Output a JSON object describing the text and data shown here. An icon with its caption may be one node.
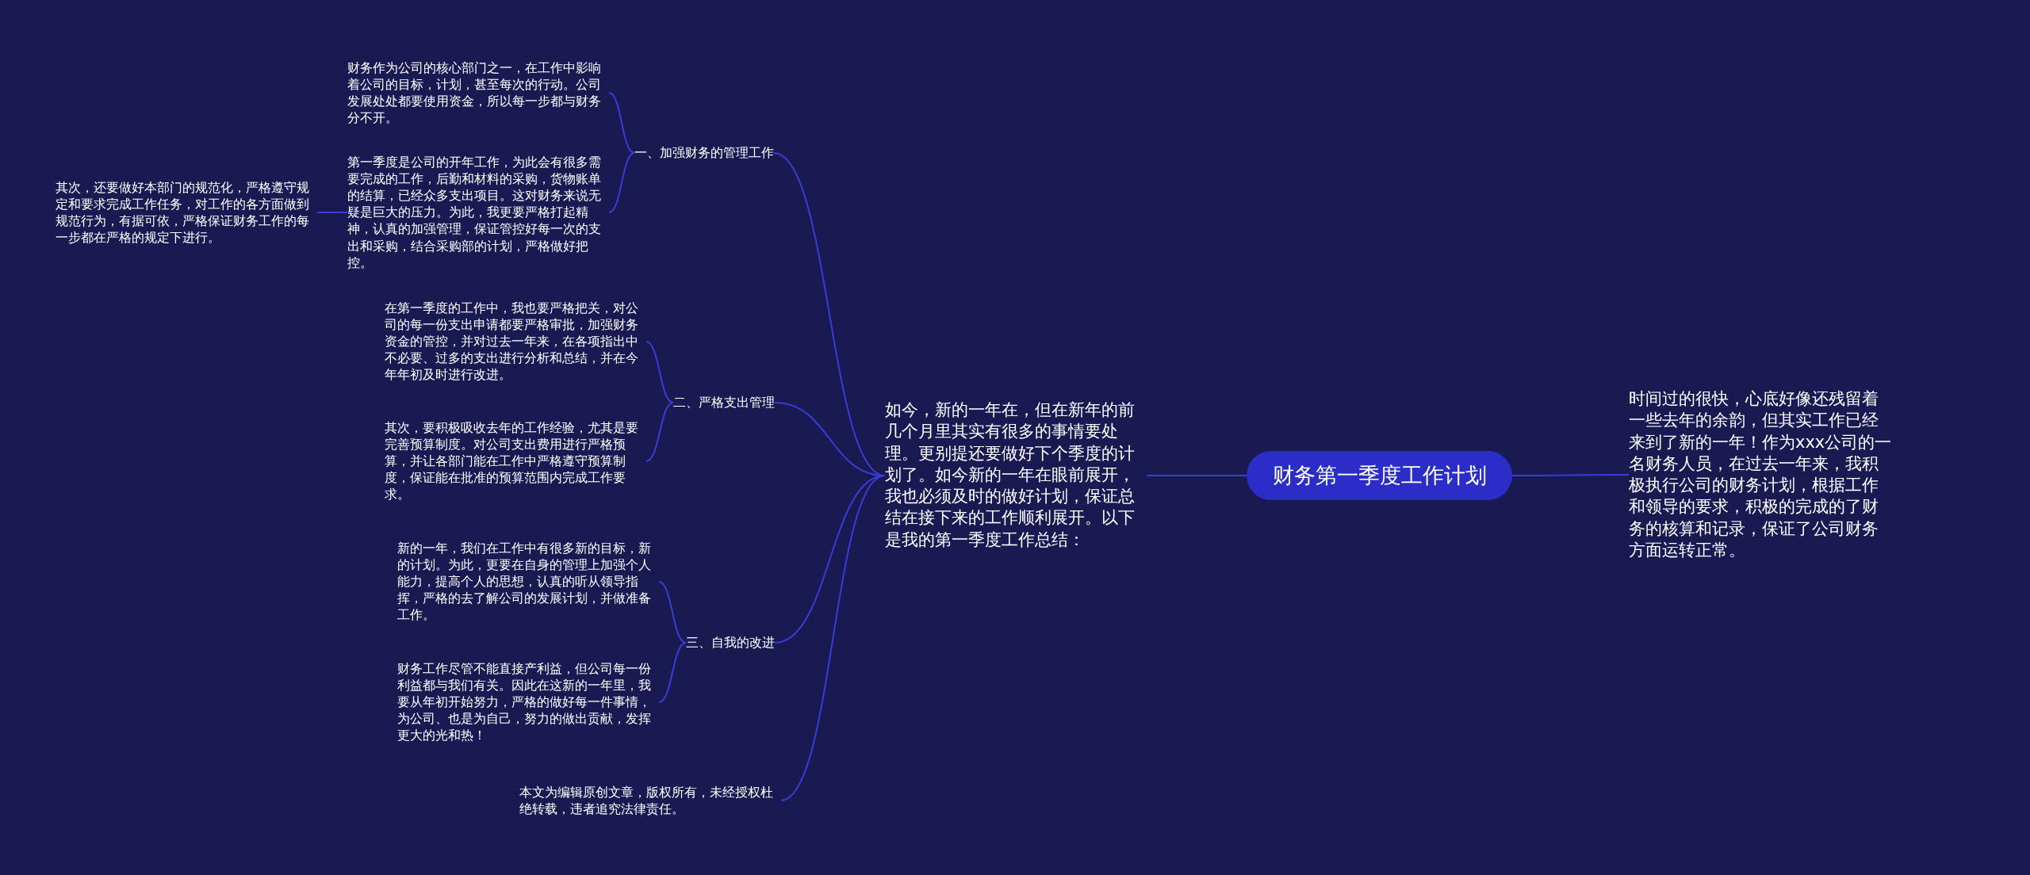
{
  "diagram": {
    "nodes": [
      {
        "text": [
          "财务第一季度工作计划"
        ]
      },
      {
        "text": [
          "时间过的很快，心底好像还残留着一些去年的余韵，但其实工作已经来到了新的一年！作为xxx公司的一名财务人员，在过去一年来，我积极执行公司的财务计划，根据工作和领导的要求，积极的完成的了财务的核算和记录，保证了公司财务方面运转正常。"
        ]
      },
      {
        "text": [
          "如今，新的一年在，但在新年的前几个月里其实有很多的事情要处理。更别提还要做好下个季度的计划了。如今新的一年在眼前展开，我也必须及时的做好计划，保证总结在接下来的工作顺利展开。以下是我的第一季度工作总结："
        ]
      },
      {
        "text": [
          "一、加强财务的管理工作"
        ]
      },
      {
        "text": [
          "财务作为公司的核心部门之一，在工作中影响着公司的目标，计划，甚至每次的行动。公司发展处处都要使用资金，所以每一步都与财务分不开。"
        ]
      },
      {
        "text": [
          "第一季度是公司的开年工作，为此会有很多需要完成的工作，后勤和材料的采购，货物账单的结算，已经众多支出项目。这对财务来说无疑是巨大的压力。为此，我更要严格打起精神，认真的加强管理，保证管控好每一次的支出和采购，结合采购部的计划，严格做好把控。"
        ]
      },
      {
        "text": [
          "其次，还要做好本部门的规范化，严格遵守规定和要求完成工作任务，对工作的各方面做到规范行为，有据可依，严格保证财务工作的每一步都在严格的规定下进行。"
        ]
      },
      {
        "text": [
          "二、严格支出管理"
        ]
      },
      {
        "text": [
          "在第一季度的工作中，我也要严格把关，对公司的每一份支出申请都要严格审批，加强财务资金的管控，并对过去一年来，在各项指出中不必要、过多的支出进行分析和总结，并在今年年初及时进行改进。"
        ]
      },
      {
        "text": [
          "其次，要积极吸收去年的工作经验，尤其是要完善预算制度。对公司支出费用进行严格预算，并让各部门能在工作中严格遵守预算制度，保证能在批准的预算范围内完成工作要求。"
        ]
      },
      {
        "text": [
          "三、自我的改进"
        ]
      },
      {
        "text": [
          "新的一年，我们在工作中有很多新的目标，新的计划。为此，更要在自身的管理上加强个人能力，提高个人的思想，认真的听从领导指挥，严格的去了解公司的发展计划，并做准备工作。"
        ]
      },
      {
        "text": [
          "财务工作尽管不能直接产利益，但公司每一份利益都与我们有关。因此在这新的一年里，我要从年初开始努力，严格的做好每一件事情，为公司、也是为自己，努力的做出贡献，发挥更大的光和热！"
        ]
      },
      {
        "text": [
          "本文为编辑原创文章，版权所有，未经授权杜绝转载，违者追究法律责任。"
        ]
      }
    ],
    "edges": [
      {
        "from": 0,
        "to": 1,
        "arrow": "none"
      },
      {
        "from": 0,
        "to": 2,
        "arrow": "none"
      },
      {
        "from": 2,
        "to": 3,
        "arrow": "none"
      },
      {
        "from": 3,
        "to": 4,
        "arrow": "none"
      },
      {
        "from": 3,
        "to": 5,
        "arrow": "none"
      },
      {
        "from": 5,
        "to": 6,
        "arrow": "none"
      },
      {
        "from": 2,
        "to": 7,
        "arrow": "none"
      },
      {
        "from": 7,
        "to": 8,
        "arrow": "none"
      },
      {
        "from": 7,
        "to": 9,
        "arrow": "none"
      },
      {
        "from": 2,
        "to": 10,
        "arrow": "none"
      },
      {
        "from": 10,
        "to": 11,
        "arrow": "none"
      },
      {
        "from": 10,
        "to": 12,
        "arrow": "none"
      },
      {
        "from": 2,
        "to": 13,
        "arrow": "none"
      }
    ]
  }
}
